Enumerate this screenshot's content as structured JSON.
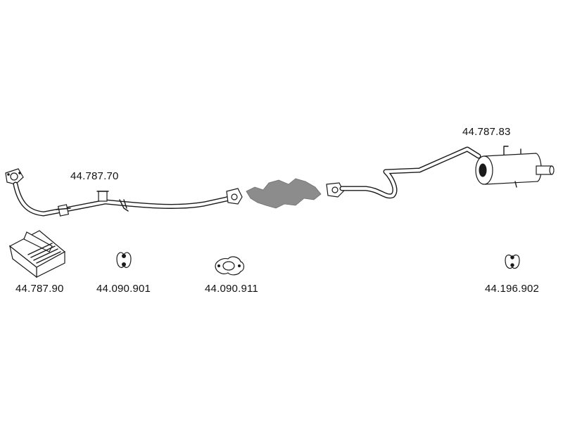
{
  "parts": {
    "front_pipe": {
      "label": "44.787.70"
    },
    "rear_section": {
      "label": "44.787.83"
    },
    "mounting_kit": {
      "label": "44.787.90"
    },
    "hanger_a": {
      "label": "44.090.901"
    },
    "gasket": {
      "label": "44.090.911"
    },
    "hanger_b": {
      "label": "44.196.902"
    }
  },
  "colors": {
    "line": "#1a1a1a",
    "catalyst_fill": "#8c8c8c",
    "background": "#ffffff"
  }
}
